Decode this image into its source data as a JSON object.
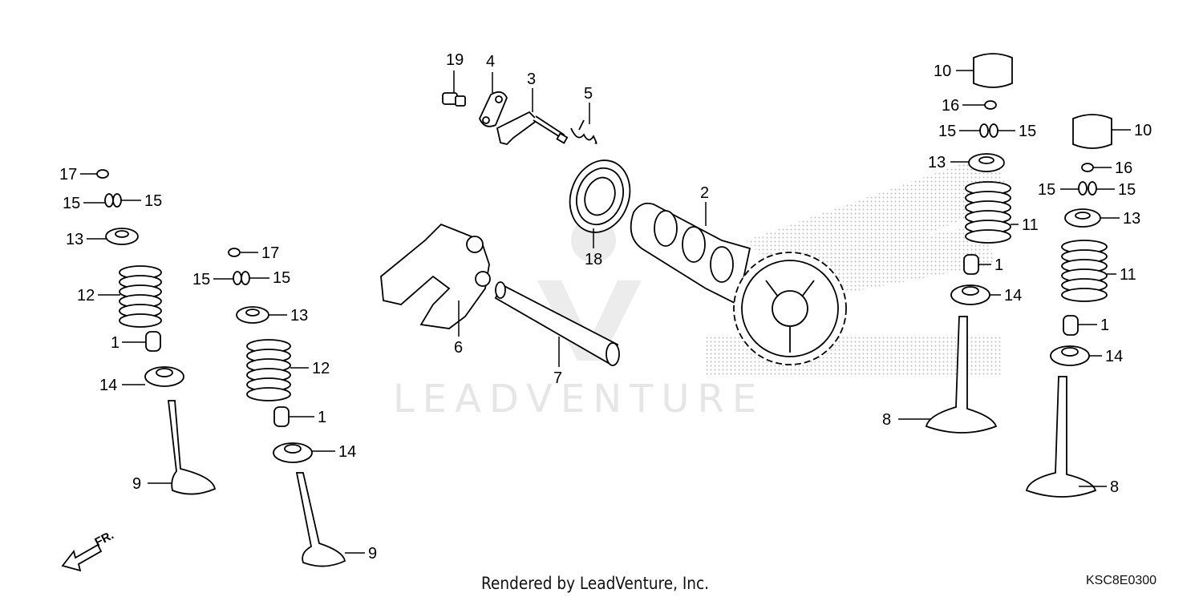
{
  "diagram": {
    "footer_text": "Rendered by LeadVenture, Inc.",
    "diagram_code": "KSC8E0300",
    "direction_label": "FR.",
    "watermark_text": "LEADVENTURE",
    "line_color": "#000000",
    "halftone_color": "#bdbdbd",
    "callouts": [
      {
        "id": "c19",
        "text": "19"
      },
      {
        "id": "c4",
        "text": "4"
      },
      {
        "id": "c3",
        "text": "3"
      },
      {
        "id": "c5",
        "text": "5"
      },
      {
        "id": "c2",
        "text": "2"
      },
      {
        "id": "c18",
        "text": "18"
      },
      {
        "id": "c6",
        "text": "6"
      },
      {
        "id": "c7",
        "text": "7"
      },
      {
        "id": "c17a",
        "text": "17"
      },
      {
        "id": "c15a",
        "text": "15"
      },
      {
        "id": "c15b",
        "text": "15"
      },
      {
        "id": "c13a",
        "text": "13"
      },
      {
        "id": "c12a",
        "text": "12"
      },
      {
        "id": "c1a",
        "text": "1"
      },
      {
        "id": "c14a",
        "text": "14"
      },
      {
        "id": "c9a",
        "text": "9"
      },
      {
        "id": "c17b",
        "text": "17"
      },
      {
        "id": "c15c",
        "text": "15"
      },
      {
        "id": "c15d",
        "text": "15"
      },
      {
        "id": "c13b",
        "text": "13"
      },
      {
        "id": "c12b",
        "text": "12"
      },
      {
        "id": "c1b",
        "text": "1"
      },
      {
        "id": "c14b",
        "text": "14"
      },
      {
        "id": "c9b",
        "text": "9"
      },
      {
        "id": "c10a",
        "text": "10"
      },
      {
        "id": "c16a",
        "text": "16"
      },
      {
        "id": "c15e",
        "text": "15"
      },
      {
        "id": "c15f",
        "text": "15"
      },
      {
        "id": "c13c",
        "text": "13"
      },
      {
        "id": "c11a",
        "text": "11"
      },
      {
        "id": "c1c",
        "text": "1"
      },
      {
        "id": "c14c",
        "text": "14"
      },
      {
        "id": "c8a",
        "text": "8"
      },
      {
        "id": "c10b",
        "text": "10"
      },
      {
        "id": "c16b",
        "text": "16"
      },
      {
        "id": "c15g",
        "text": "15"
      },
      {
        "id": "c15h",
        "text": "15"
      },
      {
        "id": "c13d",
        "text": "13"
      },
      {
        "id": "c11b",
        "text": "11"
      },
      {
        "id": "c1d",
        "text": "1"
      },
      {
        "id": "c14d",
        "text": "14"
      },
      {
        "id": "c8b",
        "text": "8"
      }
    ]
  }
}
